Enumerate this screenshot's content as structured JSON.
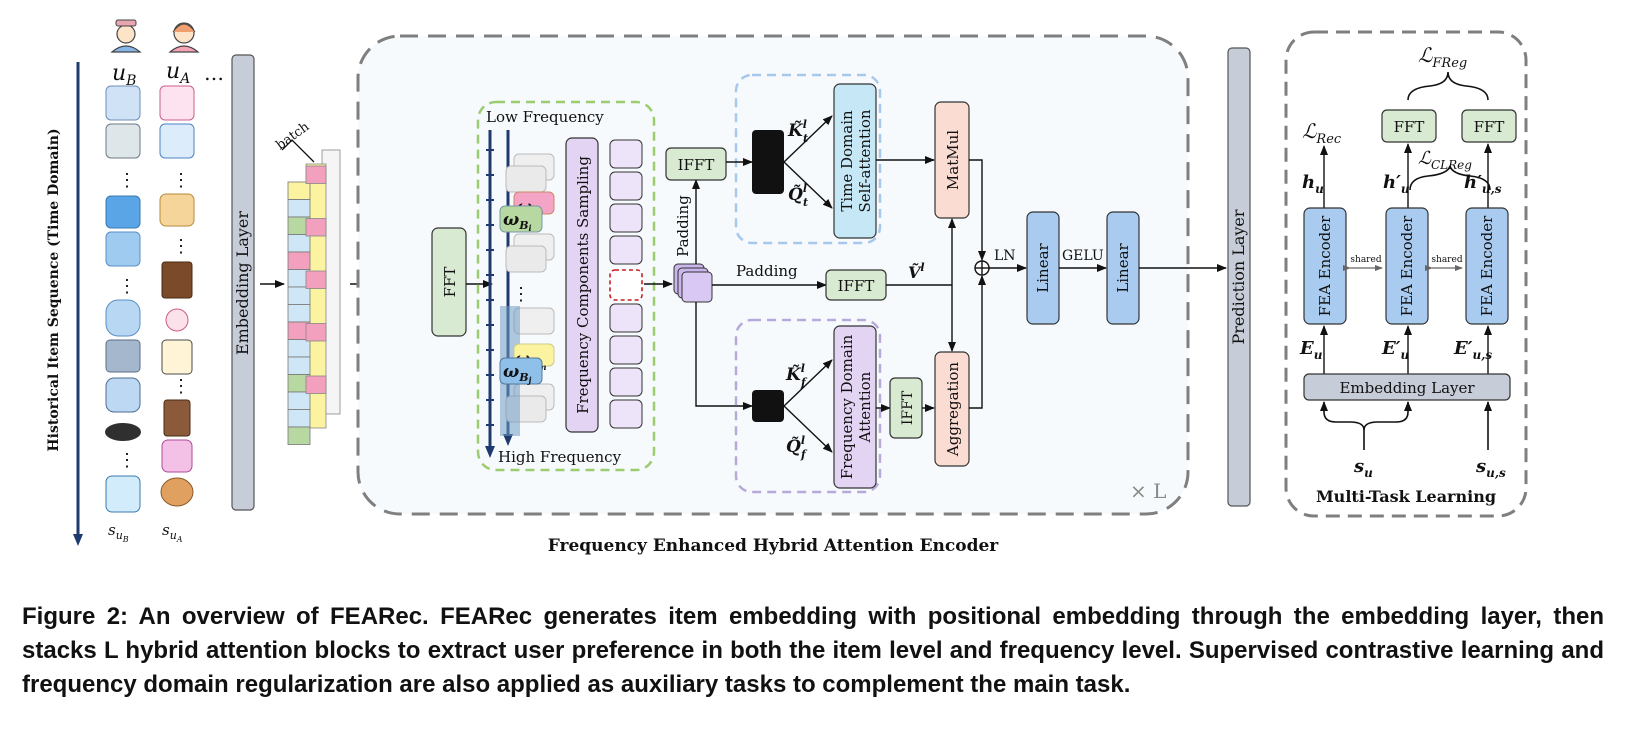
{
  "left": {
    "vertical_label": "Historical Item Sequence (Time Domain)",
    "user_b": "u",
    "user_b_sub": "B",
    "user_a": "u",
    "user_a_sub": "A",
    "dots": "…",
    "seq_b": "s",
    "seq_b_sub": "u",
    "seq_b_subsub": "B",
    "seq_a": "s",
    "seq_a_sub": "u",
    "seq_a_subsub": "A",
    "embedding_layer": "Embedding Layer",
    "batch": "batch"
  },
  "encoder": {
    "qkv": "Q",
    "qkv_rest": ", K",
    "qkv_rest2": ", V",
    "sup_l": "l",
    "fft": "FFT",
    "low_freq": "Low Frequency",
    "high_freq": "High Frequency",
    "omega_a_l": "ω",
    "omega_a_l_sub": "A",
    "omega_a_l_subsub": "l",
    "omega_b_i": "ω",
    "omega_b_i_sub": "B",
    "omega_b_i_subsub": "i",
    "omega_a_m": "ω",
    "omega_a_m_sub": "A",
    "omega_a_m_subsub": "m",
    "omega_b_j": "ω",
    "omega_b_j_sub": "B",
    "omega_b_j_subsub": "j",
    "sampling": "Frequency Components Sampling",
    "padding_vertical": "Padding",
    "padding_horizontal": "Padding",
    "ifft_top": "IFFT",
    "ifft_mid": "IFFT",
    "ifft_bottom": "IFFT",
    "k_t": "K̃",
    "q_t": "Q̃",
    "k_f": "K̃",
    "q_f": "Q̃",
    "sub_t": "t",
    "sub_f": "f",
    "v_tilde": "Ṽ",
    "time_attn_line1": "Time Domain",
    "time_attn_line2": "Self-attention",
    "freq_attn_line1": "Frequency Domain",
    "freq_attn_line2": "Attention",
    "matmul": "MatMul",
    "aggregation": "Aggregation",
    "ln": "LN",
    "linear1": "Linear",
    "gelu": "GELU",
    "linear2": "Linear",
    "times_l": "× L",
    "title": "Frequency Enhanced Hybrid Attention Encoder"
  },
  "prediction_layer": "Prediction Layer",
  "mtl": {
    "l_frcg": "FReg",
    "l_rec": "Rec",
    "l_clreg": "CLReg",
    "script_l": "ℒ",
    "fft_left": "FFT",
    "fft_right": "FFT",
    "h_u": "h",
    "h_u_sub": "u",
    "h_prime_u": "h′",
    "h_prime_u_sub": "u",
    "h_prime_us": "h′",
    "h_prime_us_sub": "u,s",
    "encoder_1": "FEA Encoder",
    "encoder_2": "FEA Encoder",
    "encoder_3": "FEA Encoder",
    "shared_1": "shared",
    "shared_2": "shared",
    "e_u": "E",
    "e_u_sub": "u",
    "e_prime_u": "E′",
    "e_prime_u_sub": "u",
    "e_prime_us": "E′",
    "e_prime_us_sub": "u,s",
    "embedding_layer": "Embedding Layer",
    "s_u": "s",
    "s_u_sub": "u",
    "s_us": "s",
    "s_us_sub": "u,s",
    "title": "Multi-Task Learning"
  },
  "caption": {
    "text": "Figure 2: An overview of FEARec. FEARec generates item embedding with positional embedding through the embedding layer, then stacks L hybrid attention blocks to extract user preference in both the item level and frequency level. Supervised contrastive learning and frequency domain regularization are also applied as auxiliary tasks to complement the main task."
  },
  "colors": {
    "green_box": "#d9ead3",
    "purple_box": "#e4d4f4",
    "blue_box": "#a9cbf0",
    "pink_box": "#fbdcd3",
    "gray_box": "#c6cdd8",
    "navy": "#1f3a6e",
    "dash_gray": "#7f7f7f",
    "dash_green": "#9ccc70",
    "dash_blue": "#a7c8ee",
    "dash_purple": "#b7a9d9",
    "dash_red": "#c81e1e"
  }
}
